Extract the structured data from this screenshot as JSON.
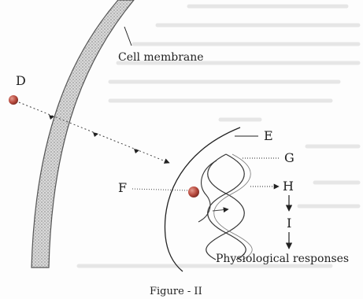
{
  "labels": {
    "membrane": "Cell membrane",
    "d": "D",
    "e": "E",
    "f": "F",
    "g": "G",
    "h": "H",
    "i": "I",
    "responses": "Physiological responses"
  },
  "caption": "Figure - II",
  "colors": {
    "ink": "#222222",
    "membrane_fill": "#d6d6d6",
    "ligand": "#c0504d",
    "faded_text": "#e4e4e4"
  }
}
